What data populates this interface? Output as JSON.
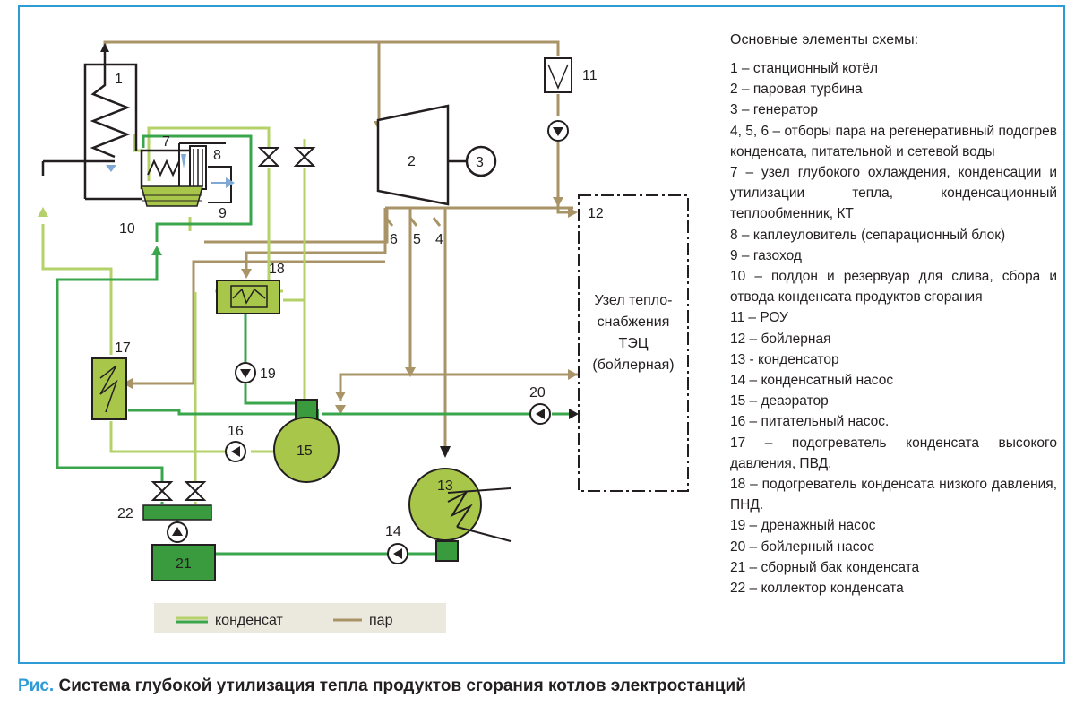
{
  "legend": {
    "title": "Основные элементы схемы:",
    "items": [
      "1 – станционный котёл",
      "2 – паровая турбина",
      "3 – генератор",
      "4, 5, 6 – отборы пара на регенеративный подогрев конденсата, питательной и сетевой воды",
      "7 – узел глубокого охлаждения, конденсации и утилизации тепла, конденсационный теплообменник, КТ",
      "8 – каплеуловитель (сепарационный блок)",
      "9 – газоход",
      "10 – поддон и резервуар для слива, сбора и отвода конденсата продуктов сгорания",
      "11 – РОУ",
      "12 – бойлерная",
      "13 - конденсатор",
      "14 – конденсатный насос",
      "15 – деаэратор",
      "16 – питательный насос.",
      "17 – подогреватель конденсата высокого давления, ПВД.",
      "18 – подогреватель конденсата низкого давления, ПНД.",
      "19 – дренажный насос",
      "20 – бойлерный насос",
      "21 – сборный бак конденсата",
      "22 – коллектор конденсата"
    ]
  },
  "caption": {
    "prefix": "Рис.",
    "text": " Система глубокой утилизация тепла продуктов сгорания котлов электростанций"
  },
  "diagram": {
    "node_labels": {
      "n1": "1",
      "n2": "2",
      "n3": "3",
      "n4": "4",
      "n5": "5",
      "n6": "6",
      "n7": "7",
      "n8": "8",
      "n9": "9",
      "n10": "10",
      "n11": "11",
      "n12": "12",
      "n13": "13",
      "n14": "14",
      "n15": "15",
      "n16": "16",
      "n17": "17",
      "n18": "18",
      "n19": "19",
      "n20": "20",
      "n21": "21",
      "n22": "22"
    },
    "boiler_house_lines": [
      "Узел тепло-",
      "снабжения",
      "ТЭЦ",
      "(бойлерная)"
    ],
    "line_legend": {
      "condensate": "конденсат",
      "steam": "пар"
    }
  },
  "colors": {
    "steam": "#a89467",
    "condensate_light": "#b4d16a",
    "condensate_dark": "#3aa64b",
    "equipment_green": "#a8c74a",
    "equipment_dark_green": "#3a9a3e",
    "frame": "#2e9bd5",
    "caption_accent": "#2e9bd5"
  }
}
